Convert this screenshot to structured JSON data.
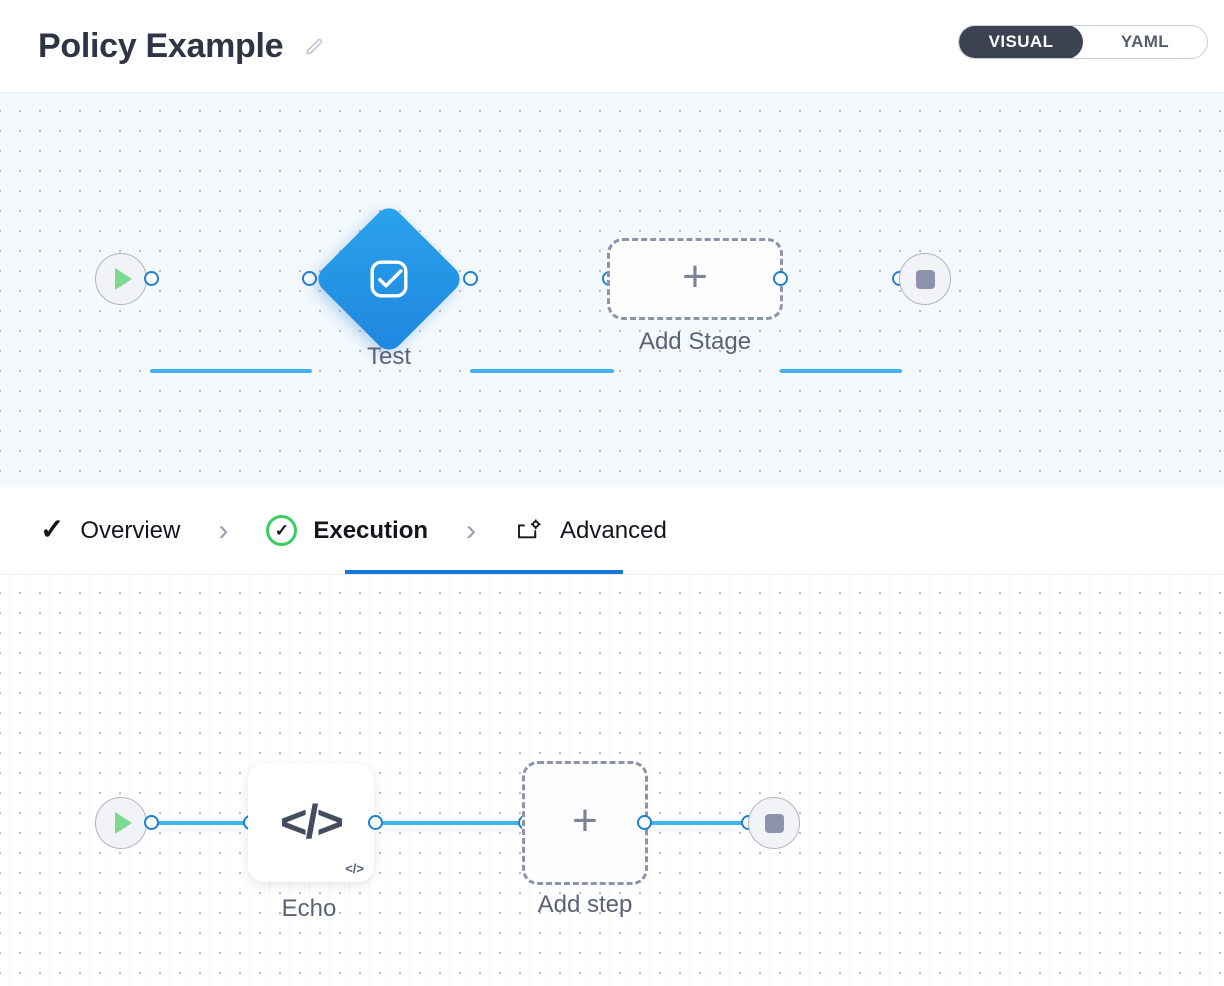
{
  "header": {
    "title": "Policy Example",
    "edit_icon": "pencil-icon",
    "toggle": {
      "visual_label": "VISUAL",
      "yaml_label": "YAML",
      "active": "VISUAL",
      "active_bg": "#3d4252"
    }
  },
  "stage_canvas": {
    "background": "#f3f9fd",
    "nodes": [
      {
        "id": "start",
        "type": "start",
        "icon": "play-icon",
        "label": ""
      },
      {
        "id": "test",
        "type": "stage",
        "icon": "check-square-icon",
        "label": "Test",
        "color": "#1f86e0"
      },
      {
        "id": "add-stage",
        "type": "add",
        "icon": "plus-icon",
        "label": "Add Stage"
      },
      {
        "id": "end",
        "type": "end",
        "icon": "stop-icon",
        "label": ""
      }
    ]
  },
  "tabs": [
    {
      "id": "overview",
      "label": "Overview",
      "icon": "check-icon",
      "active": false
    },
    {
      "id": "execution",
      "label": "Execution",
      "icon": "check-circle-icon",
      "active": true
    },
    {
      "id": "advanced",
      "label": "Advanced",
      "icon": "box-gear-icon",
      "active": false
    }
  ],
  "tab_separator": "›",
  "step_canvas": {
    "background": "#ffffff",
    "nodes": [
      {
        "id": "start",
        "type": "start",
        "icon": "play-icon",
        "label": ""
      },
      {
        "id": "echo",
        "type": "step",
        "icon": "code-icon",
        "badge": "</>",
        "label": "Echo"
      },
      {
        "id": "add-step",
        "type": "add",
        "icon": "plus-icon",
        "label": "Add step"
      },
      {
        "id": "end",
        "type": "end",
        "icon": "stop-icon",
        "label": ""
      }
    ]
  },
  "glyphs": {
    "plus": "+",
    "code": "</>",
    "check": "✓",
    "chevron": "›"
  },
  "colors": {
    "edge": "#44b2ef",
    "port_border": "#1e7fd4",
    "accent": "#1877d2",
    "success": "#3ace61",
    "play": "#7cdb92",
    "muted": "#8d93ab"
  }
}
